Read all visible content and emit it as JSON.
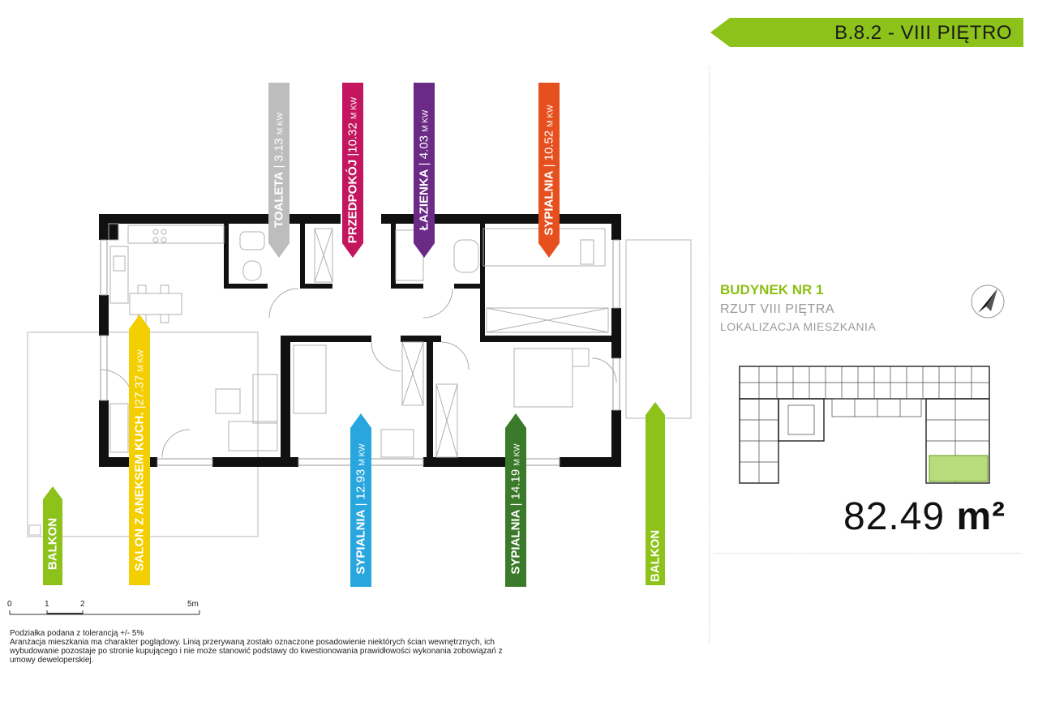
{
  "header": {
    "apartment_code": "B.8.2 - VIII PIĘTRO",
    "accent_color": "#8cc21a"
  },
  "building": {
    "title": "BUDYNEK NR 1",
    "subtitle": "RZUT VIII PIĘTRA",
    "location_label": "LOKALIZACJA MIESZKANIA",
    "area_value": "82.49",
    "area_unit": "m²"
  },
  "rooms": [
    {
      "name": "TOALETA",
      "area": "3.13",
      "unit": "M KW",
      "color": "#bdbdbd"
    },
    {
      "name": "PRZEDPOKÓJ",
      "area": "10.32",
      "unit": "M KW",
      "color": "#c3165e"
    },
    {
      "name": "ŁAZIENKA",
      "area": "4.03",
      "unit": "M KW",
      "color": "#6a2a86"
    },
    {
      "name": "SYPIALNIA",
      "area": "10.52",
      "unit": "M KW",
      "color": "#e6501e"
    },
    {
      "name": "BALKON",
      "area": "",
      "unit": "",
      "color": "#8cc21a"
    },
    {
      "name": "SALON Z ANEKSEM KUCH.",
      "area": "27.37",
      "unit": "M KW",
      "color": "#f3cf00"
    },
    {
      "name": "SYPIALNIA",
      "area": "12.93",
      "unit": "M KW",
      "color": "#2aa6de"
    },
    {
      "name": "SYPIALNIA",
      "area": "14.19",
      "unit": "M KW",
      "color": "#3b7a2a"
    },
    {
      "name": "BALKON",
      "area": "",
      "unit": "",
      "color": "#8cc21a"
    }
  ],
  "scale_bar": {
    "ticks": [
      "0",
      "1",
      "2",
      "5m"
    ]
  },
  "notes": {
    "tolerance": "Podziałka podana z tolerancją +/- 5%",
    "disclaimer": "Aranżacja mieszkania ma charakter poglądowy. Linią przerywaną zostało oznaczone posadowienie niektórych ścian wewnętrznych, ich wybudowanie pozostaje po stronie kupującego i nie może stanowić podstawy do kwestionowania prawidłowości wykonania zobowiązań z umowy deweloperskiej."
  },
  "icons": {
    "compass": "north-arrow-icon"
  }
}
